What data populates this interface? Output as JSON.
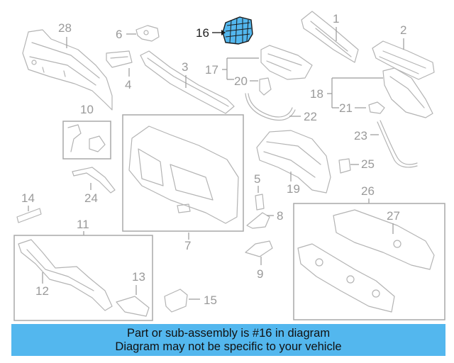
{
  "highlight_color": "#53b7ee",
  "highlighted_part": "16",
  "callouts": {
    "p1": "1",
    "p2": "2",
    "p3": "3",
    "p4": "4",
    "p5": "5",
    "p6": "6",
    "p7": "7",
    "p8": "8",
    "p9": "9",
    "p10": "10",
    "p11": "11",
    "p12": "12",
    "p13": "13",
    "p14": "14",
    "p15": "15",
    "p16": "16",
    "p17": "17",
    "p18": "18",
    "p19": "19",
    "p20": "20",
    "p21": "21",
    "p22": "22",
    "p23": "23",
    "p24": "24",
    "p25": "25",
    "p26": "26",
    "p27": "27",
    "p28": "28"
  },
  "banner": {
    "line1": "Part or sub-assembly is #16 in diagram",
    "line2": "Diagram may not be specific to your vehicle"
  }
}
